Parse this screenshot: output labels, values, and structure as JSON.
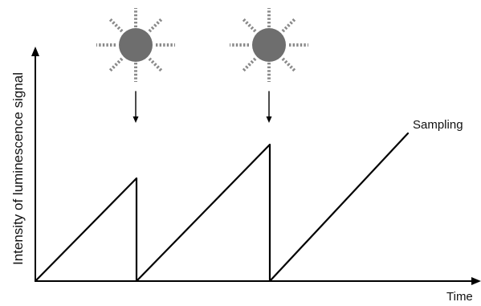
{
  "labels": {
    "y_axis": "Intensity of luminescence signal",
    "x_axis": "Time",
    "sampling": "Sampling"
  },
  "illumination_events": [
    {
      "icon": "sun-icon"
    },
    {
      "icon": "sun-icon"
    }
  ],
  "colors": {
    "line": "#000000",
    "sun": "#6e6e6e",
    "rays": "#8a8a8a"
  }
}
